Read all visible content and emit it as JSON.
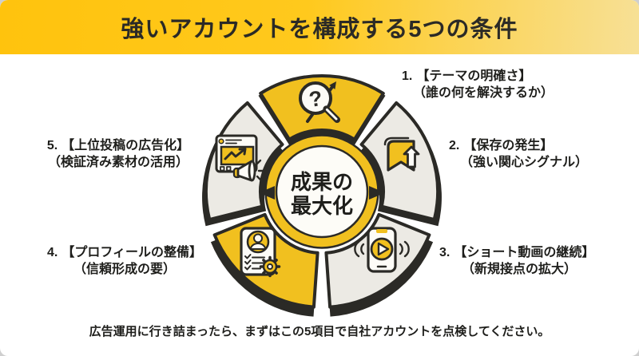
{
  "header": {
    "title": "強いアカウントを構成する5つの条件"
  },
  "center": {
    "line1": "成果の",
    "line2": "最大化"
  },
  "items": [
    {
      "num": "1.",
      "title": "【テーマの明確さ】",
      "subtitle": "（誰の何を解決するか）",
      "icon": "magnifier-question-icon",
      "filled": true
    },
    {
      "num": "2.",
      "title": "【保存の発生】",
      "subtitle": "（強い関心シグナル）",
      "icon": "bookmark-save-icon",
      "filled": false
    },
    {
      "num": "3.",
      "title": "【ショート動画の継続】",
      "subtitle": "（新規接点の拡大）",
      "icon": "phone-play-icon",
      "filled": false
    },
    {
      "num": "4.",
      "title": "【プロフィールの整備】",
      "subtitle": "（信頼形成の要）",
      "icon": "profile-card-gear-icon",
      "filled": true
    },
    {
      "num": "5.",
      "title": "【上位投稿の広告化】",
      "subtitle": "（検証済み素材の活用）",
      "icon": "post-megaphone-icon",
      "filled": false
    }
  ],
  "footer": {
    "note": "広告運用に行き詰まったら、まずはこの5項目で自社アカウントを点検してください。"
  },
  "colors": {
    "dark": "#2B2A26",
    "accent": "#F1C01F",
    "seg_gray": "#ECEAE4",
    "paper": "#FDFCF7",
    "banner_from": "#FFC30D",
    "banner_mid": "#FFC91D",
    "banner_to": "#F7E096",
    "text": "#1E1E1B"
  }
}
